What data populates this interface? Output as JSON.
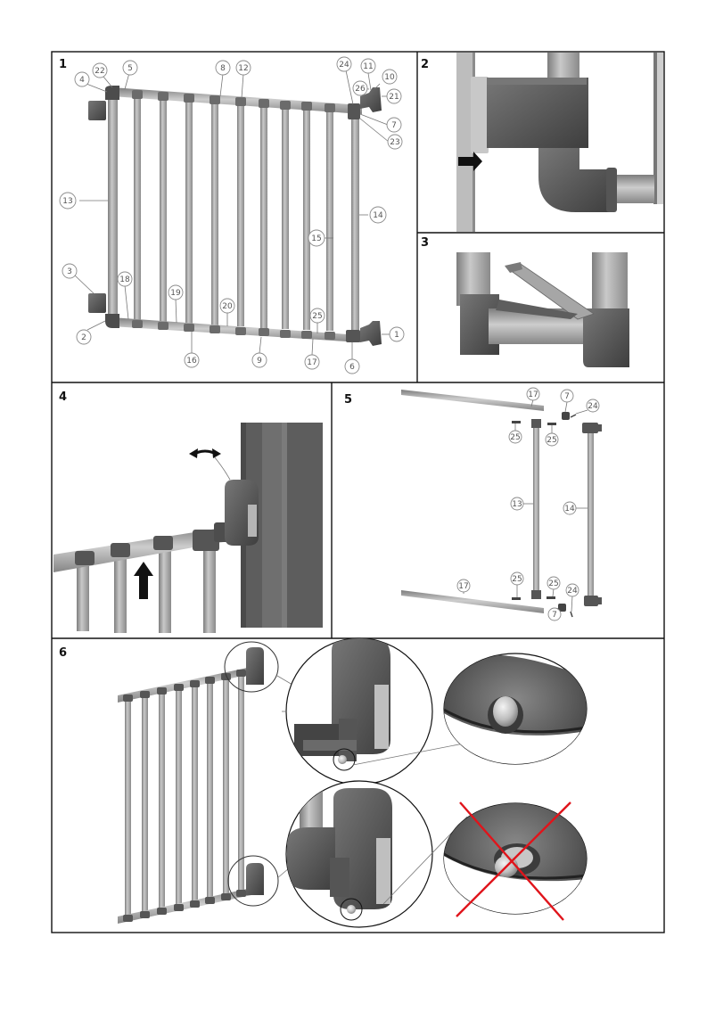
{
  "panels": [
    {
      "number": "1"
    },
    {
      "number": "2"
    },
    {
      "number": "3"
    },
    {
      "number": "4"
    },
    {
      "number": "5"
    },
    {
      "number": "6"
    }
  ],
  "panel1_callouts": [
    "1",
    "2",
    "3",
    "4",
    "5",
    "6",
    "7",
    "8",
    "9",
    "10",
    "11",
    "12",
    "13",
    "14",
    "15",
    "16",
    "17",
    "18",
    "19",
    "20",
    "21",
    "22",
    "23",
    "24",
    "25",
    "26"
  ],
  "panel5_callouts": [
    "17",
    "7",
    "24",
    "25",
    "25",
    "13",
    "14",
    "17",
    "25",
    "25",
    "7",
    "24"
  ],
  "colors": {
    "tube": "#a9a9a9",
    "tube_dark": "#7c7c7c",
    "connector": "#5a5a5a",
    "wall": "#6a6a6a",
    "cross": "#e0141b",
    "frame": "#111111"
  },
  "icons": [
    "arrow-right-icon",
    "arrow-up-icon",
    "rotate-arrow-icon",
    "cross-mark-icon"
  ]
}
